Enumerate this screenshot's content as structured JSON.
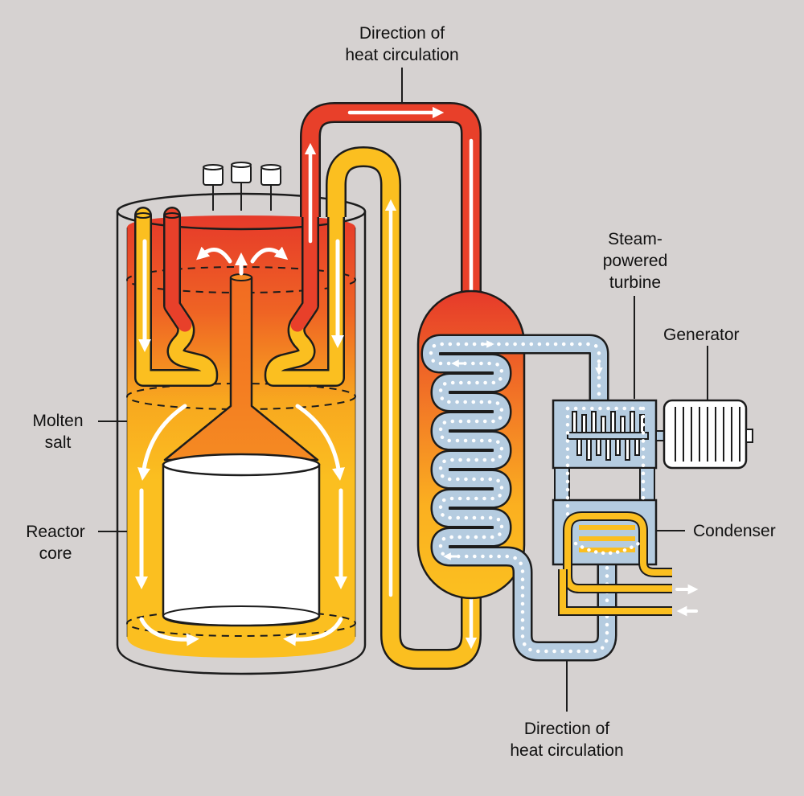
{
  "colors": {
    "background": "#d6d2d1",
    "hot": "#e8402a",
    "warm": "#f07a22",
    "cool": "#fbbf20",
    "steam": "#b5cce0",
    "outline": "#1c1c1c"
  },
  "labels": {
    "top_flow": "Direction of\nheat circulation",
    "bottom_flow": "Direction of\nheat circulation",
    "turbine": "Steam-\npowered\nturbine",
    "generator": "Generator",
    "condenser": "Condenser",
    "molten_salt": "Molten\nsalt",
    "reactor_core": "Reactor\ncore"
  }
}
